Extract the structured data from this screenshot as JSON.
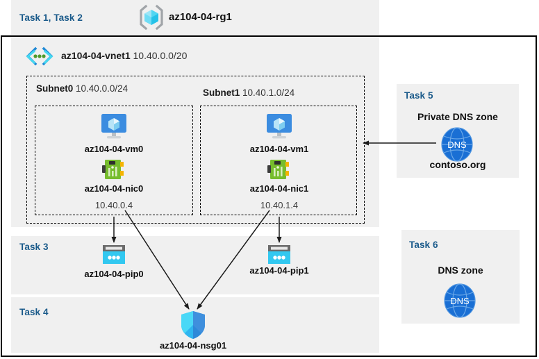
{
  "diagram": {
    "resource_group": {
      "task_label": "Task 1, Task 2",
      "name": "az104-04-rg1",
      "icon": "resource-group-icon"
    },
    "vnet": {
      "name": "az104-04-vnet1",
      "address_space": "10.40.0.0/20",
      "icon": "virtual-network-icon"
    },
    "subnets": [
      {
        "name": "Subnet0",
        "cidr": "10.40.0.0/24",
        "vm": {
          "name": "az104-04-vm0",
          "icon": "virtual-machine-icon"
        },
        "nic": {
          "name": "az104-04-nic0",
          "ip": "10.40.0.4",
          "icon": "network-interface-icon"
        }
      },
      {
        "name": "Subnet1",
        "cidr": "10.40.1.0/24",
        "vm": {
          "name": "az104-04-vm1",
          "icon": "virtual-machine-icon"
        },
        "nic": {
          "name": "az104-04-nic1",
          "ip": "10.40.1.4",
          "icon": "network-interface-icon"
        }
      }
    ],
    "task3": {
      "task_label": "Task 3",
      "pip0": {
        "name": "az104-04-pip0",
        "icon": "public-ip-address-icon"
      },
      "pip1": {
        "name": "az104-04-pip1",
        "icon": "public-ip-address-icon"
      }
    },
    "task4": {
      "task_label": "Task 4",
      "nsg": {
        "name": "az104-04-nsg01",
        "icon": "network-security-group-icon"
      }
    },
    "task5": {
      "task_label": "Task 5",
      "heading": "Private DNS zone",
      "zone_name": "contoso.org",
      "icon": "dns-zone-icon",
      "icon_text": "DNS"
    },
    "task6": {
      "task_label": "Task 6",
      "heading": "DNS zone",
      "icon": "dns-zone-icon",
      "icon_text": "DNS"
    },
    "colors": {
      "task_label": "#1a5a8a",
      "panel_bg": "#f0f0f0",
      "border": "#000000",
      "vm_blue": "#3b8ce0",
      "nic_green": "#76bc2d",
      "pip_cyan": "#32c8f0",
      "nsg_blue": "#1ec8f0",
      "dns_blue": "#1a6fd4"
    }
  }
}
